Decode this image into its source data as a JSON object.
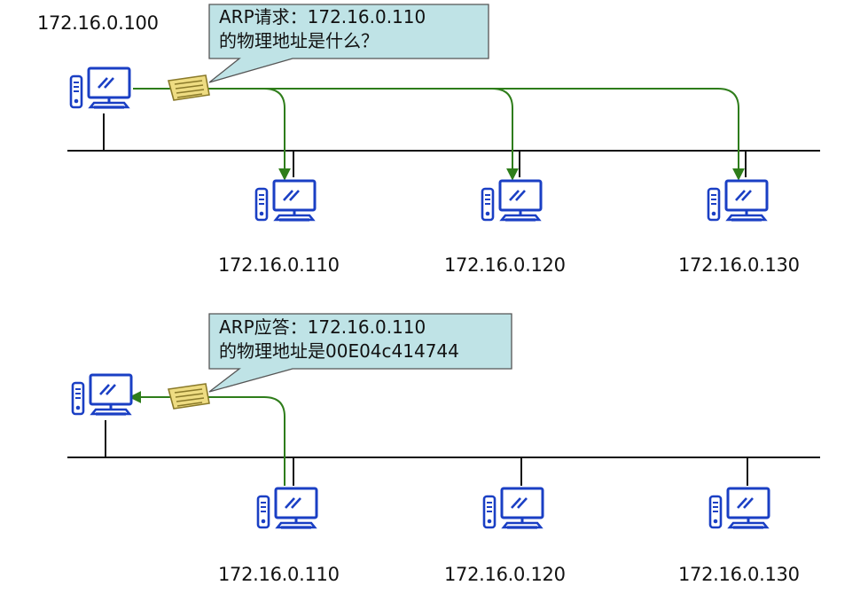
{
  "colors": {
    "computer": "#1a3fc4",
    "arrow": "#2e7d1a",
    "bus": "#111111",
    "callout_fill": "#bfe3e6",
    "callout_stroke": "#555555",
    "packet_fill": "#eedc82",
    "packet_stroke": "#8a7a2a"
  },
  "request": {
    "sender_ip": "172.16.0.100",
    "callout_line1": "ARP请求：172.16.0.110",
    "callout_line2": "的物理地址是什么？",
    "hosts": [
      {
        "ip": "172.16.0.110"
      },
      {
        "ip": "172.16.0.120"
      },
      {
        "ip": "172.16.0.130"
      }
    ]
  },
  "reply": {
    "callout_line1": "ARP应答：172.16.0.110",
    "callout_line2": "的物理地址是00E04c414744",
    "hosts": [
      {
        "ip": "172.16.0.110"
      },
      {
        "ip": "172.16.0.120"
      },
      {
        "ip": "172.16.0.130"
      }
    ]
  },
  "icons": {
    "computer": "desktop-computer-icon",
    "packet": "arp-packet-icon"
  }
}
